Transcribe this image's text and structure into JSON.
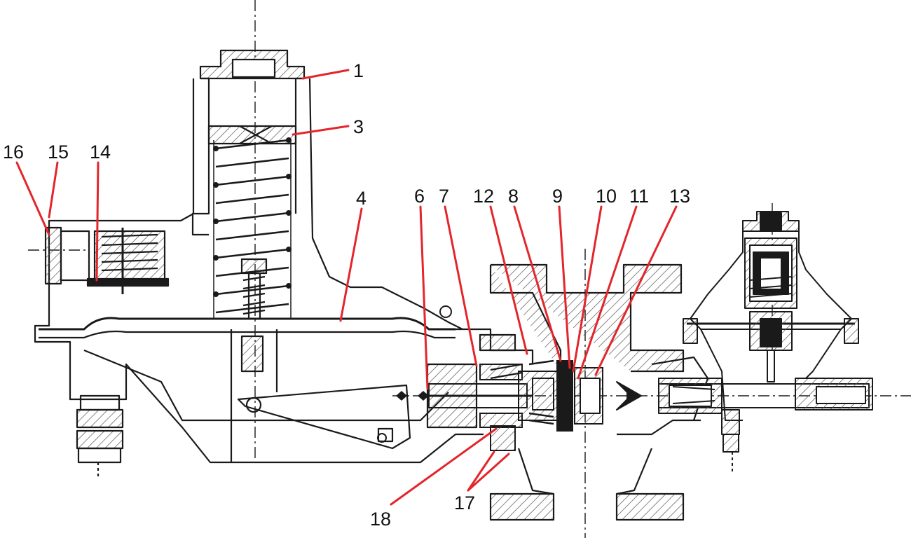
{
  "colors": {
    "ink": "#1a1a1a",
    "leader": "#e3262b",
    "hatch": "#555555",
    "background": "#ffffff"
  },
  "callouts": [
    {
      "id": "1",
      "label": "1"
    },
    {
      "id": "3",
      "label": "3"
    },
    {
      "id": "4",
      "label": "4"
    },
    {
      "id": "6",
      "label": "6"
    },
    {
      "id": "7",
      "label": "7"
    },
    {
      "id": "8",
      "label": "8"
    },
    {
      "id": "9",
      "label": "9"
    },
    {
      "id": "10",
      "label": "10"
    },
    {
      "id": "11",
      "label": "11"
    },
    {
      "id": "12",
      "label": "12"
    },
    {
      "id": "13",
      "label": "13"
    },
    {
      "id": "14",
      "label": "14"
    },
    {
      "id": "15",
      "label": "15"
    },
    {
      "id": "16",
      "label": "16"
    },
    {
      "id": "17",
      "label": "17"
    },
    {
      "id": "18",
      "label": "18"
    }
  ]
}
